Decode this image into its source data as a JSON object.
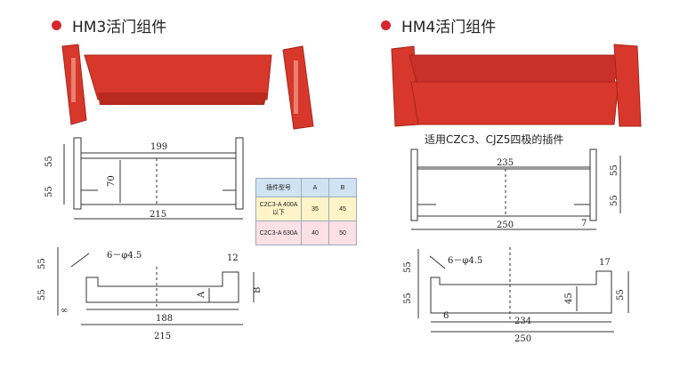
{
  "titles": {
    "left": "HM3活门组件",
    "right": "HM4活门组件"
  },
  "note": "适用CZC3、CJZ5四极的插件",
  "colors": {
    "accent": "#d8262f",
    "part": "#d8372b",
    "part_dark": "#a82419"
  },
  "hm3_front": {
    "width_top": "199",
    "width_bottom": "215",
    "height": "70",
    "left_top": "55",
    "left_bottom": "55"
  },
  "hm3_side": {
    "hole": "6－φ4.5",
    "top_w": "12",
    "total": "188",
    "overall": "215",
    "dim_a": "A",
    "dim_b": "B",
    "left_top": "55",
    "left_bottom": "55",
    "bottom_offset": "∞"
  },
  "hm4_front": {
    "width_top": "235",
    "width_bottom": "250",
    "right_top": "55",
    "right_bottom": "55",
    "edge": "7"
  },
  "hm4_side": {
    "hole": "6－φ4.5",
    "top_w": "17",
    "inner": "234",
    "overall": "250",
    "height": "45",
    "left_top": "55",
    "left_bottom": "55",
    "right": "55",
    "bottom_offset": "6"
  },
  "spec_table": {
    "headers": [
      "插件型号",
      "A",
      "B"
    ],
    "rows": [
      {
        "model": "C2C3-A 400A以下",
        "a": "35",
        "b": "45"
      },
      {
        "model": "C2C3-A 630A",
        "a": "40",
        "b": "50"
      }
    ]
  }
}
